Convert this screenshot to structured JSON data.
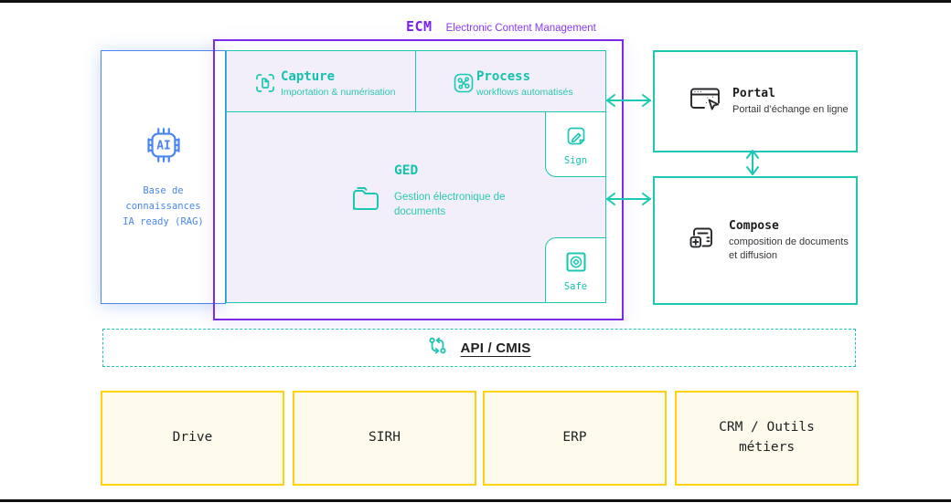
{
  "colors": {
    "purple": "#7e2be5",
    "teal": "#1cc8b3",
    "blue": "#4a86ee",
    "yellow": "#ffd20f",
    "lavender": "#f2effb",
    "cream": "#fdfaeb",
    "dark_text": "#26282b"
  },
  "header": {
    "title": "ECM",
    "subtitle": "Electronic Content Management"
  },
  "knowledge_base": {
    "icon": "ai-chip-icon",
    "lines": [
      "Base de",
      "connaissances",
      "IA ready (RAG)"
    ]
  },
  "ecm_modules": {
    "capture": {
      "title": "Capture",
      "subtitle": "Importation & numérisation",
      "icon": "scan-document-icon"
    },
    "process": {
      "title": "Process",
      "subtitle": "workflows automatisés",
      "icon": "workflow-nodes-icon"
    },
    "ged": {
      "title": "GED",
      "subtitle": "Gestion électronique de documents",
      "icon": "folder-icon"
    },
    "sign": {
      "label": "Sign",
      "icon": "signature-pen-icon"
    },
    "safe": {
      "label": "Safe",
      "icon": "safe-vault-icon"
    }
  },
  "portal": {
    "title": "Portal",
    "subtitle": "Portail d’échange en ligne",
    "icon": "browser-cursor-icon"
  },
  "compose": {
    "title": "Compose",
    "subtitle": "composition de documents et diffusion",
    "icon": "document-plus-icon"
  },
  "api_layer": {
    "label": "API / CMIS",
    "icon": "api-exchange-icon"
  },
  "integrations": [
    {
      "label": "Drive"
    },
    {
      "label": "SIRH"
    },
    {
      "label": "ERP"
    },
    {
      "label": "CRM / Outils métiers"
    }
  ]
}
